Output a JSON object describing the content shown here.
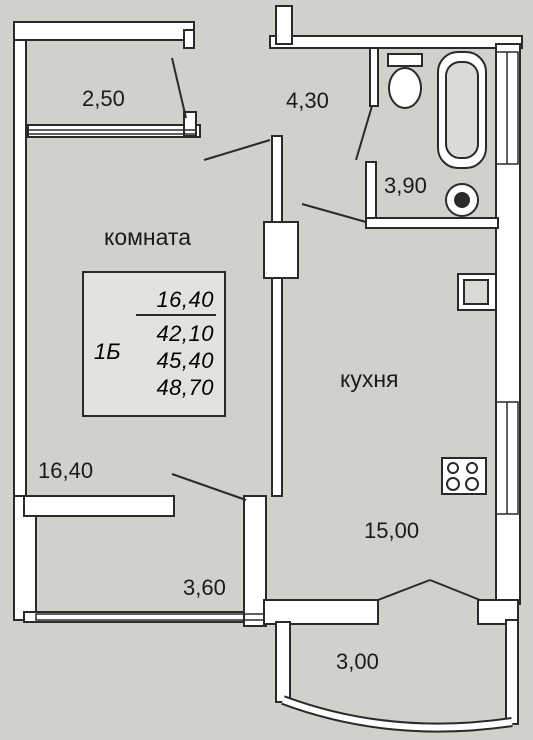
{
  "rooms": {
    "loggia_top": "2,50",
    "hall": "4,30",
    "bathroom": "3,90",
    "room_label": "комната",
    "room_area": "16,40",
    "kitchen_label": "кухня",
    "kitchen_area": "15,00",
    "loggia_left": "3,60",
    "balcony": "3,00"
  },
  "legend": {
    "code": "1Б",
    "values": [
      "16,40",
      "42,10",
      "45,40",
      "48,70"
    ]
  },
  "colors": {
    "background": "#d2d0cb",
    "wall": "#ffffff",
    "line": "#2a2a2a"
  }
}
